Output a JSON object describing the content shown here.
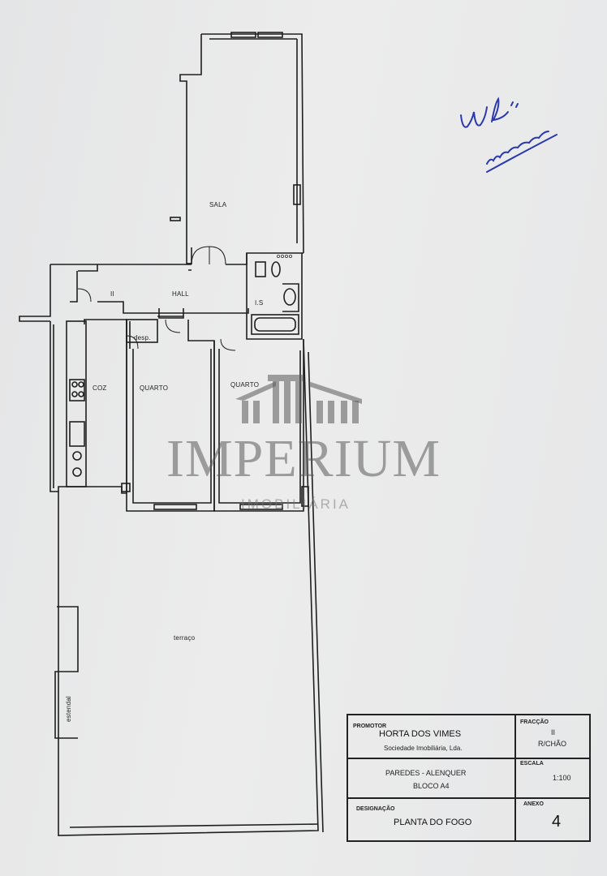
{
  "plan": {
    "rooms": {
      "sala": "SALA",
      "hall": "HALL",
      "hall_mark": "II",
      "is": "I.S",
      "desp": "desp.",
      "coz": "COZ",
      "quarto_1": "QUARTO",
      "quarto_2": "QUARTO",
      "terraco": "terraço",
      "estendal": "estendal"
    }
  },
  "watermark": {
    "name": "IMPERIUM",
    "sub": "IMOBILIÁRIA"
  },
  "title_block": {
    "promotor_label": "PROMOTOR",
    "promotor_name": "HORTA DOS VIMES",
    "promotor_company": "Sociedade Imobiliária, Lda.",
    "fraccao_label": "FRACÇÃO",
    "fraccao_value": "II",
    "fraccao_floor": "R/CHÃO",
    "location": "PAREDES - ALENQUER",
    "block": "BLOCO A4",
    "escala_label": "ESCALA",
    "escala_value": "1:100",
    "designacao_label": "DESIGNAÇÃO",
    "designacao_value": "PLANTA DO FOGO",
    "anexo_label": "ANEXO",
    "anexo_value": "4"
  },
  "colors": {
    "ink": "#222222",
    "pen": "#2b3aa8",
    "paper": "#e9eaea"
  }
}
